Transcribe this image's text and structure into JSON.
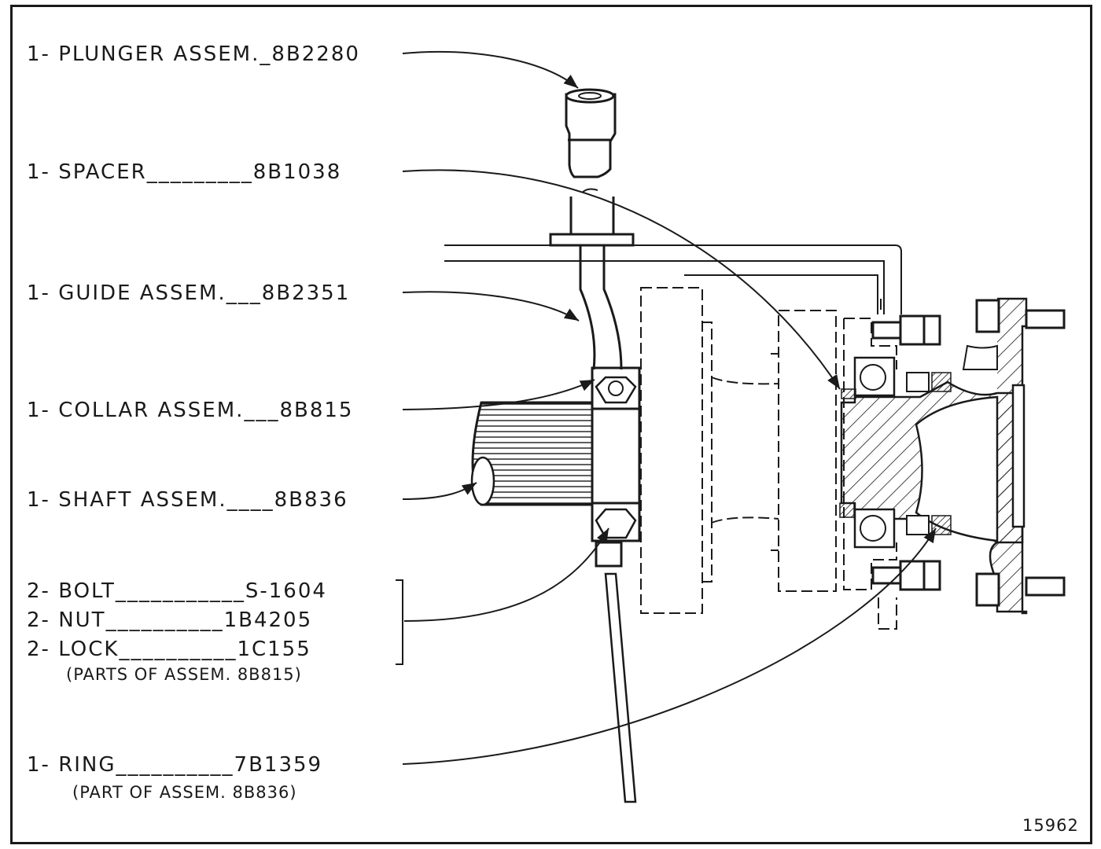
{
  "figure_number": "15962",
  "callouts": [
    {
      "id": "plunger",
      "qty": "1",
      "name": "PLUNGER ASSEM.",
      "part": "8B2280"
    },
    {
      "id": "spacer",
      "qty": "1",
      "name": "SPACER",
      "part": "8B1038"
    },
    {
      "id": "guide",
      "qty": "1",
      "name": "GUIDE ASSEM.",
      "part": "8B2351"
    },
    {
      "id": "collar",
      "qty": "1",
      "name": "COLLAR ASSEM.",
      "part": "8B815"
    },
    {
      "id": "shaft",
      "qty": "1",
      "name": "SHAFT ASSEM.",
      "part": "8B836"
    },
    {
      "id": "bolt",
      "qty": "2",
      "name": "BOLT",
      "part": "S-1604"
    },
    {
      "id": "nut",
      "qty": "2",
      "name": "NUT",
      "part": "1B4205"
    },
    {
      "id": "lock",
      "qty": "2",
      "name": "LOCK",
      "part": "1C155"
    },
    {
      "id": "ring",
      "qty": "1",
      "name": "RING",
      "part": "7B1359"
    }
  ],
  "notes": {
    "bolt_group": "(PARTS OF ASSEM. 8B815)",
    "ring": "(PART OF ASSEM. 8B836)"
  }
}
